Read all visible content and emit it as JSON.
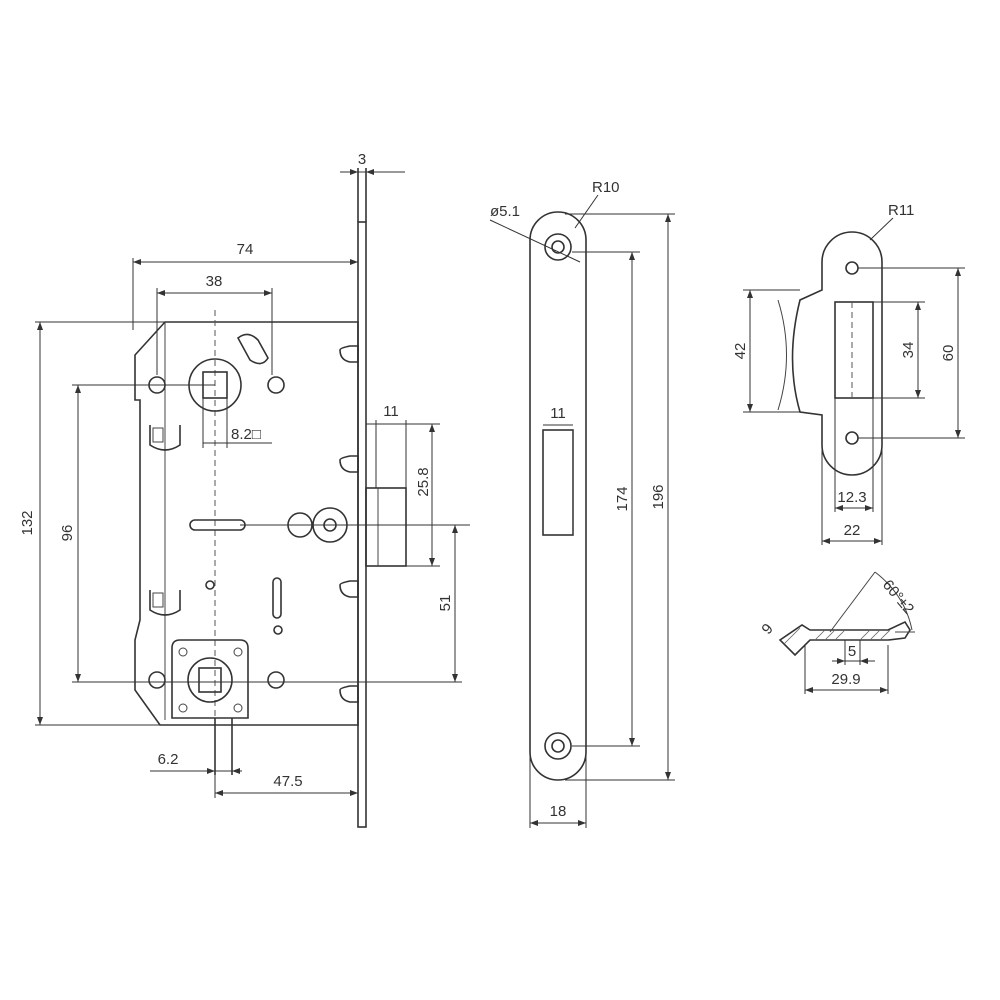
{
  "drawing": {
    "lock_body": {
      "dims": {
        "faceplate_thickness": "3",
        "body_depth": "74",
        "backset": "38",
        "spindle_square": "8.2□",
        "latch_width": "11",
        "latch_projection": "25.8",
        "body_height": "132",
        "spindle_to_key_center": "96",
        "center_to_latch": "51",
        "key_square": "6.2",
        "key_to_face": "47.5"
      }
    },
    "faceplate": {
      "dims": {
        "hole_diameter": "ø5.1",
        "end_radius": "R10",
        "latch_opening_width": "11",
        "screw_hole_spacing": "174",
        "plate_length": "196",
        "plate_width": "18"
      }
    },
    "strike_plate": {
      "dims": {
        "end_radius": "R11",
        "lip_height": "42",
        "opening_height": "34",
        "hole_spacing": "60",
        "opening_width": "12.3",
        "plate_width": "22"
      }
    },
    "strike_section": {
      "dims": {
        "lip_angle": "60°±2",
        "thickness": "9",
        "slot_width": "5",
        "overall_width": "29.9"
      }
    }
  }
}
